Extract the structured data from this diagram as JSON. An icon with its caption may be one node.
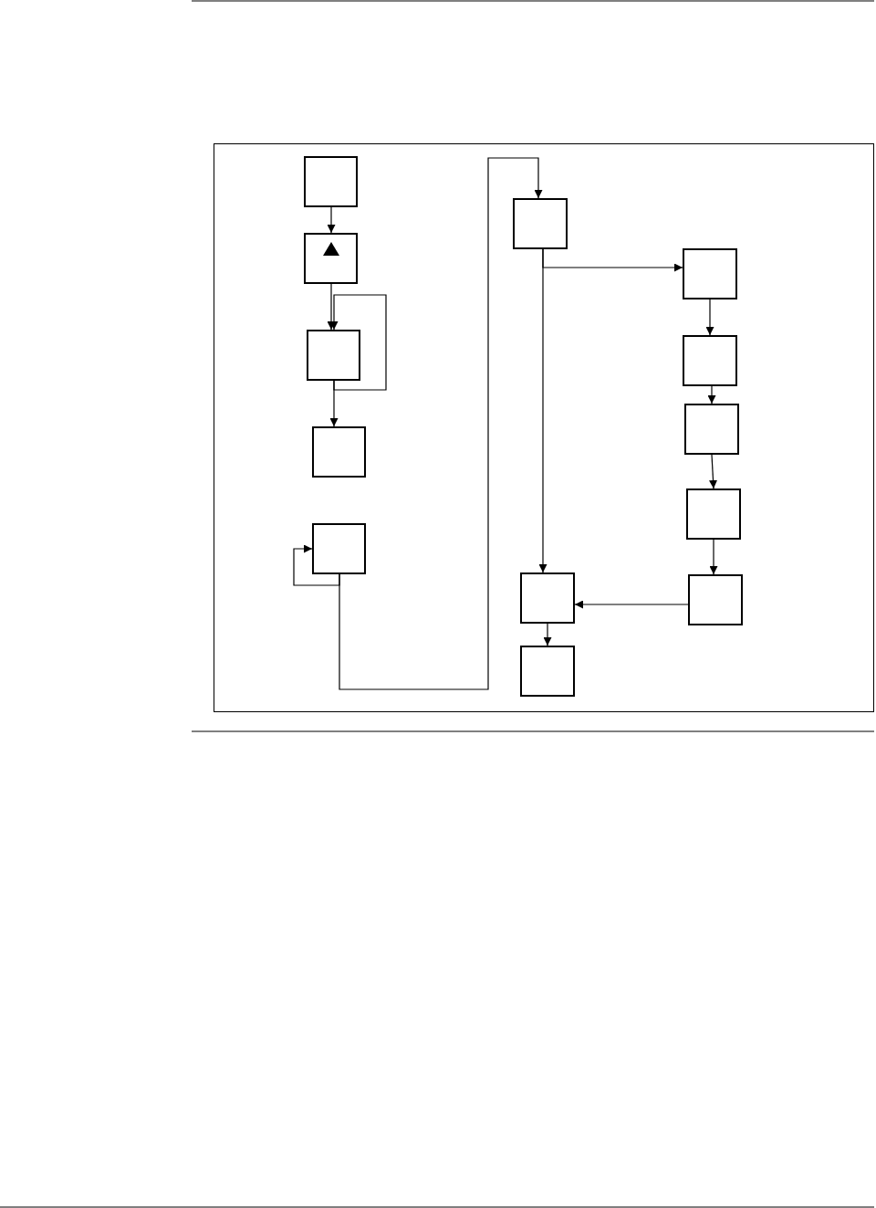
{
  "diagram": {
    "nodes": [
      {
        "text": [],
        "shape": "box"
      },
      {
        "text": [],
        "shape": "box"
      },
      {
        "text": [],
        "shape": "box"
      },
      {
        "text": [],
        "shape": "box"
      },
      {
        "text": [],
        "shape": "box"
      },
      {
        "text": [],
        "shape": "box"
      },
      {
        "text": [],
        "shape": "box"
      },
      {
        "text": [],
        "shape": "box"
      },
      {
        "text": [],
        "shape": "box"
      },
      {
        "text": [],
        "shape": "box"
      },
      {
        "text": [],
        "shape": "box"
      },
      {
        "text": [],
        "shape": "box"
      },
      {
        "text": [],
        "shape": "box"
      }
    ],
    "edges": [
      {
        "from": 0,
        "to": 1,
        "arrow": "to"
      },
      {
        "from": 1,
        "to": 2,
        "arrow": "to"
      },
      {
        "from": 2,
        "to": 2,
        "arrow": "to"
      },
      {
        "from": 2,
        "to": 3,
        "arrow": "to"
      },
      {
        "from": 4,
        "to": 4,
        "arrow": "to"
      },
      {
        "from": 4,
        "to": 5,
        "arrow": "to"
      },
      {
        "from": 5,
        "to": 6,
        "arrow": "to"
      },
      {
        "from": 5,
        "to": 11,
        "arrow": "to"
      },
      {
        "from": 6,
        "to": 7,
        "arrow": "to"
      },
      {
        "from": 7,
        "to": 8,
        "arrow": "to"
      },
      {
        "from": 8,
        "to": 9,
        "arrow": "to"
      },
      {
        "from": 9,
        "to": 10,
        "arrow": "to"
      },
      {
        "from": 10,
        "to": 11,
        "arrow": "to"
      },
      {
        "from": 11,
        "to": 12,
        "arrow": "to"
      }
    ]
  }
}
